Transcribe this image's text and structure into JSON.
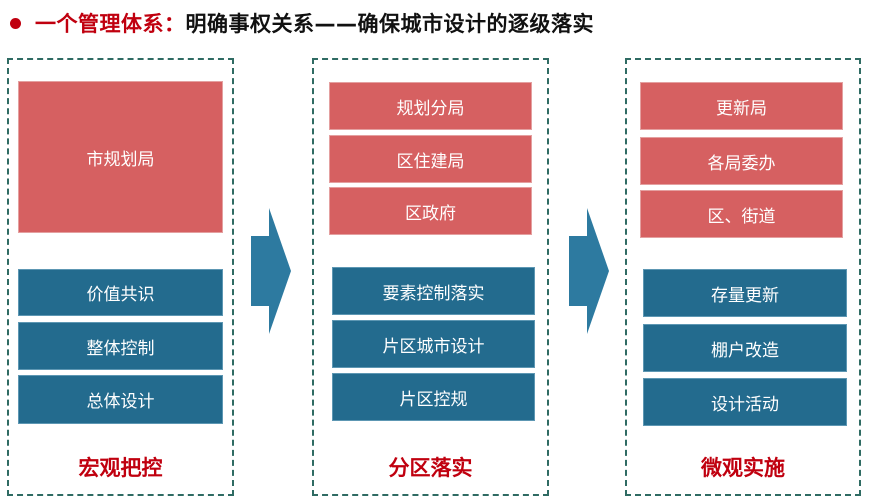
{
  "header": {
    "title_red": "一个管理体系：",
    "title_black": "明确事权关系——确保城市设计的逐级落实"
  },
  "colors": {
    "accent_red": "#c0000f",
    "box_red": "#d66061",
    "box_blue": "#236b8e",
    "arrow_blue": "#2d7aa0",
    "panel_border": "#2f6b63"
  },
  "panels": [
    {
      "red_items": [
        "市规划局"
      ],
      "blue_items": [
        "价值共识",
        "整体控制",
        "总体设计"
      ],
      "footer": "宏观把控"
    },
    {
      "red_items": [
        "规划分局",
        "区住建局",
        "区政府"
      ],
      "blue_items": [
        "要素控制落实",
        "片区城市设计",
        "片区控规"
      ],
      "footer": "分区落实"
    },
    {
      "red_items": [
        "更新局",
        "各局委办",
        "区、街道"
      ],
      "blue_items": [
        "存量更新",
        "棚户改造",
        "设计活动"
      ],
      "footer": "微观实施"
    }
  ]
}
